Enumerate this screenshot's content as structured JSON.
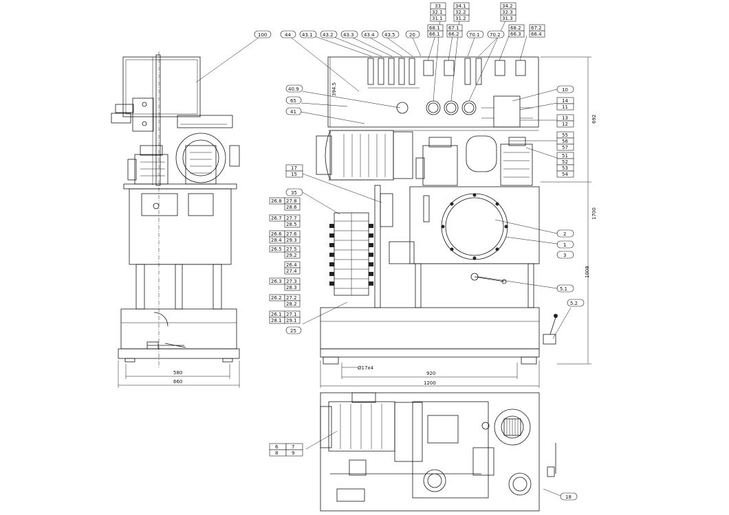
{
  "labels": {
    "l100": "100",
    "l44": "44",
    "l43_1": "43.1",
    "l43_2": "43.2",
    "l43_3": "43.3",
    "l43_4": "43.4",
    "l43_5": "43.5",
    "l20": "20",
    "l33": "33",
    "l32_1": "32.1",
    "l31_1": "31.1",
    "l34_1": "34.1",
    "l32_2": "32.2",
    "l31_2": "31.2",
    "l34_2": "34.2",
    "l32_3": "32.3",
    "l31_3": "31.3",
    "l68_1": "68.1",
    "l66_1": "66.1",
    "l67_1": "67.1",
    "l66_2": "66.2",
    "l70_1": "70.1",
    "l70_2": "70.2",
    "l68_2": "68.2",
    "l66_3": "66.3",
    "l67_2": "67.2",
    "l66_4": "66.4",
    "l10": "10",
    "l14": "14",
    "l11": "11",
    "l13": "13",
    "l12": "12",
    "l55": "55",
    "l56": "56",
    "l57": "57",
    "l51": "51",
    "l52": "52",
    "l53": "53",
    "l54": "54",
    "l2": "2",
    "l1": "1",
    "l3": "3",
    "l5_1": "5.1",
    "l5_2": "5.2",
    "l40_9": "40.9",
    "l65": "65",
    "l41": "41",
    "l17": "17",
    "l15": "15",
    "l35": "35",
    "l26_8": "26.8",
    "l27_8": "27.8",
    "l28_6": "28.6",
    "l26_7": "26.7",
    "l27_7": "27.7",
    "l28_5": "28.5",
    "l26_6": "26.6",
    "l27_6": "27.6",
    "l28_4": "28.4",
    "l29_3": "29.3",
    "l26_5": "26.5",
    "l27_5": "27.5",
    "l29_2": "29.2",
    "l26_4": "26.4",
    "l27_4": "27.4",
    "l26_3": "26.3",
    "l27_3": "27.3",
    "l28_3": "28.3",
    "l26_2": "26.2",
    "l27_2": "27.2",
    "l28_2": "28.2",
    "l26_1": "26.1",
    "l27_1": "27.1",
    "l28_1": "28.1",
    "l29_1": "29.1",
    "l25": "25",
    "l6": "6",
    "l7": "7",
    "l8": "8",
    "l9": "9",
    "l18": "18"
  },
  "dimensions": {
    "d580": "580",
    "d660": "660",
    "d920": "920",
    "d1200": "1200",
    "d_hole": "Ø17x4",
    "d394_5": "394.5",
    "d692": "692",
    "d1700": "1700",
    "d1008": "1008"
  }
}
